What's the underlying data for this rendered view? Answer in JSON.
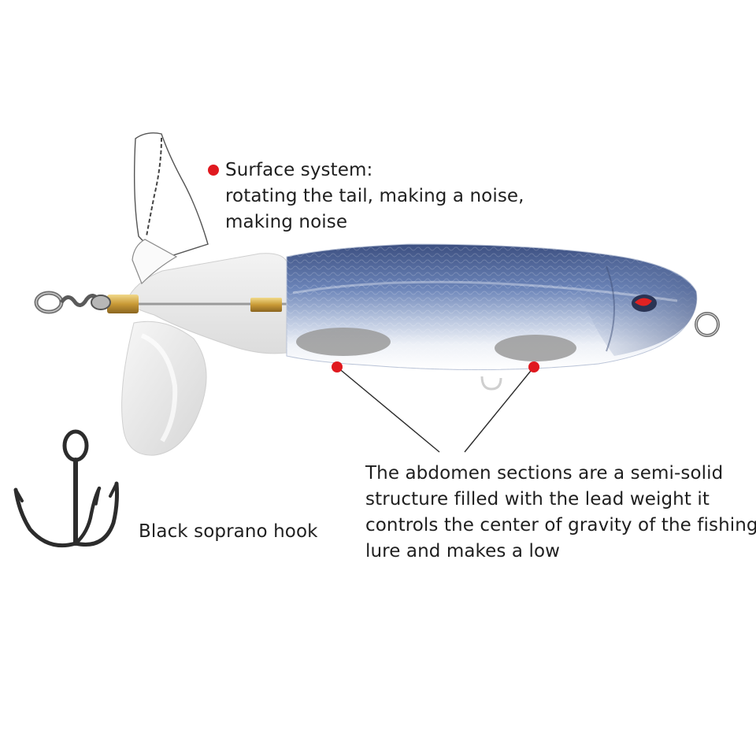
{
  "surface_system": {
    "title": "Surface system:",
    "line2": "rotating the tail, making a noise,",
    "line3": "making noise"
  },
  "abdomen": {
    "line1": "The abdomen sections are a semi-solid",
    "line2": "structure filled with the lead weight it",
    "line3": "controls the center of gravity of the fishing",
    "line4": "lure and makes a low"
  },
  "hook": {
    "label": "Black soprano hook"
  },
  "colors": {
    "marker_dot": "#e0191f",
    "leader_line": "#2b2b2b",
    "lure_body_blue": "#5d74a8",
    "lure_belly": "#f2f4f8",
    "weight_patch": "#9a9a9a",
    "brass": "#c9a040",
    "eye": "#d42020"
  },
  "icons": [
    "swivel-icon",
    "propeller-tail-icon",
    "treble-hook-icon",
    "red-marker-dot-icon"
  ]
}
